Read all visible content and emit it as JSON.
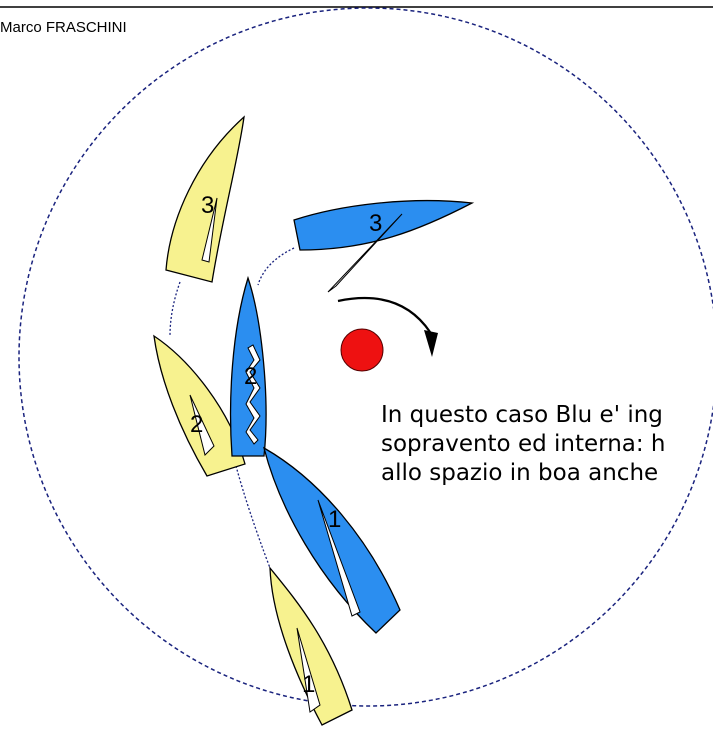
{
  "author": "Marco FRASCHINI",
  "caption_lines": [
    "In questo caso Blu e' ing",
    "sopravento ed interna: h",
    "allo spazio in boa anche"
  ],
  "colors": {
    "yellow_boat": "#f7f28f",
    "blue_boat": "#2b8ef0",
    "mark": "#ee1111",
    "zone_circle": "#1a237e",
    "track": "#1a237e"
  },
  "yellow_boats": [
    {
      "label": "3"
    },
    {
      "label": "2"
    },
    {
      "label": "1"
    }
  ],
  "blue_boats": [
    {
      "label": "3"
    },
    {
      "label": "2"
    },
    {
      "label": "1"
    }
  ],
  "mark": {
    "name": "red-mark"
  },
  "arrow": {
    "name": "rounding-direction-arrow"
  }
}
